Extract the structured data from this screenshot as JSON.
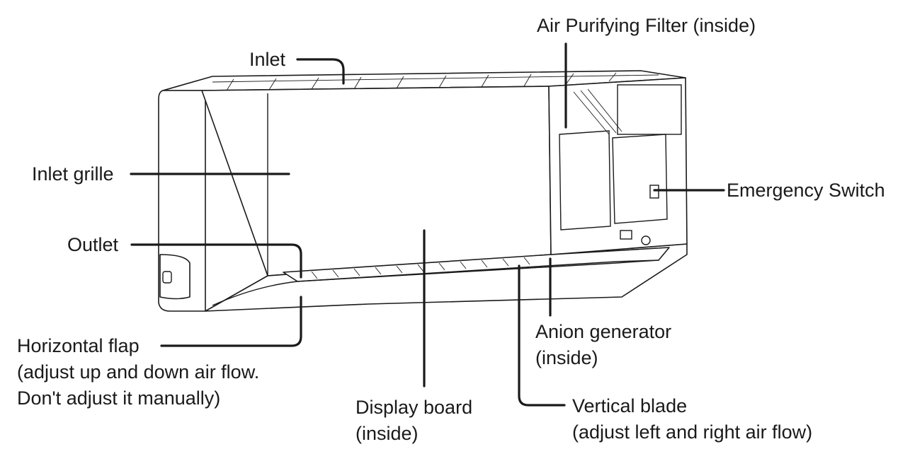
{
  "labels": {
    "air_purifying_filter": "Air Purifying Filter (inside)",
    "inlet": "Inlet",
    "inlet_grille": "Inlet grille",
    "emergency_switch": "Emergency Switch",
    "outlet": "Outlet",
    "horizontal_flap_line1": "Horizontal flap",
    "horizontal_flap_line2": "(adjust up and down air flow.",
    "horizontal_flap_line3": "Don't adjust it manually)",
    "anion_generator_line1": "Anion generator",
    "anion_generator_line2": "(inside)",
    "display_board_line1": "Display board",
    "display_board_line2": "(inside)",
    "vertical_blade_line1": "Vertical blade",
    "vertical_blade_line2": "(adjust left and right air flow)"
  }
}
